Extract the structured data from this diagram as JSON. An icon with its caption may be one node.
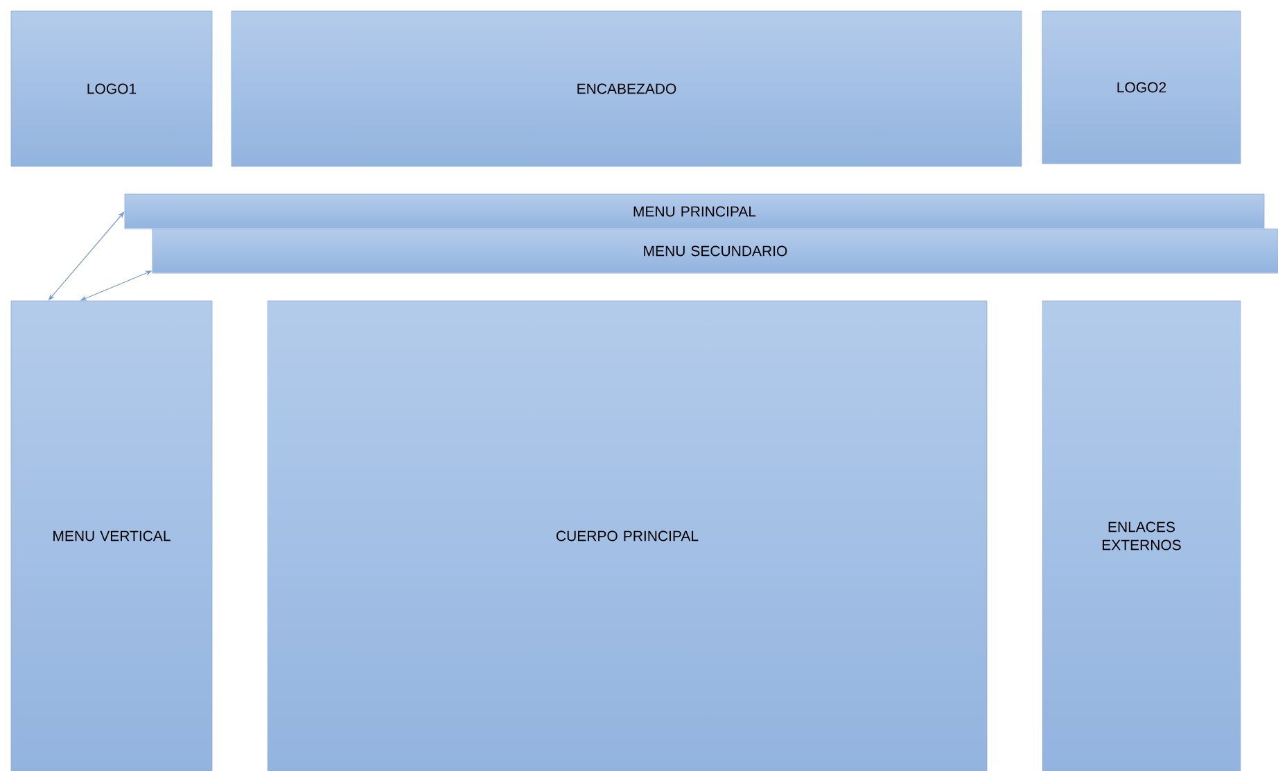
{
  "diagram": {
    "nodes": [
      {
        "text": [
          "LOGO1"
        ]
      },
      {
        "text": [
          "ENCABEZADO"
        ]
      },
      {
        "text": [
          "LOGO2"
        ]
      },
      {
        "text": [
          "MENU PRINCIPAL"
        ]
      },
      {
        "text": [
          "MENU SECUNDARIO"
        ]
      },
      {
        "text": [
          "MENU VERTICAL"
        ]
      },
      {
        "text": [
          "CUERPO PRINCIPAL"
        ]
      },
      {
        "text": [
          "ENLACES EXTERNOS"
        ]
      }
    ],
    "edges": [
      {
        "from": 3,
        "to": 5,
        "arrow": "both"
      },
      {
        "from": 4,
        "to": 5,
        "arrow": "both"
      }
    ]
  }
}
